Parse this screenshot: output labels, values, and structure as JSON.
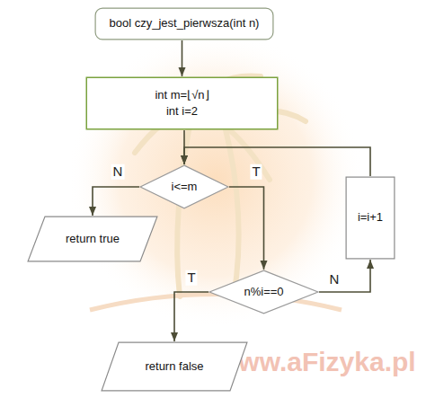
{
  "diagram": {
    "nodes": [
      {
        "text": [
          "bool czy_jest_pierwsza(int n)"
        ]
      },
      {
        "text": [
          "int m=⌊√n⌋",
          "int i=2"
        ]
      },
      {
        "text": [
          "i<=m"
        ]
      },
      {
        "text": [
          "return true"
        ]
      },
      {
        "text": [
          "n%i==0"
        ]
      },
      {
        "text": [
          "return false"
        ]
      },
      {
        "text": [
          "i=i+1"
        ]
      }
    ],
    "edges": [
      {
        "from": 0,
        "to": 1,
        "arrow": "to"
      },
      {
        "from": 1,
        "to": 2,
        "arrow": "to"
      },
      {
        "from": 6,
        "to": 2,
        "arrow": "to"
      },
      {
        "from": 2,
        "to": 3,
        "label": "N",
        "arrow": "to"
      },
      {
        "from": 2,
        "to": 4,
        "label": "T",
        "arrow": "to"
      },
      {
        "from": 4,
        "to": 5,
        "label": "T",
        "arrow": "to"
      },
      {
        "from": 4,
        "to": 6,
        "label": "N",
        "arrow": "to"
      }
    ],
    "labels": [
      "www.aFizyka.pl"
    ]
  }
}
